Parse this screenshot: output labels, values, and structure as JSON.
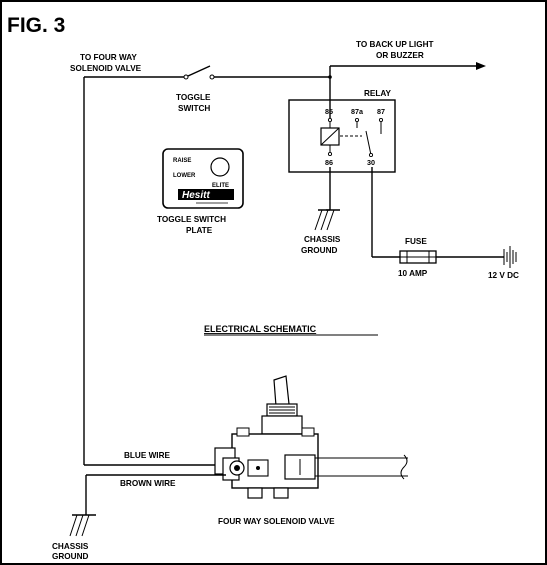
{
  "figure": {
    "number": "FIG. 3",
    "title": "ELECTRICAL SCHEMATIC"
  },
  "labels": {
    "four_way_valve_line1": "TO FOUR WAY",
    "four_way_valve_line2": "SOLENOID VALVE",
    "toggle_switch_line1": "TOGGLE",
    "toggle_switch_line2": "SWITCH",
    "backup_light_line1": "TO BACK UP LIGHT",
    "backup_light_line2": "OR BUZZER",
    "relay": "RELAY",
    "chassis_ground_line1": "CHASSIS",
    "chassis_ground_line2": "GROUND",
    "fuse": "FUSE",
    "fuse_rating": "10 AMP",
    "battery": "12 V DC",
    "plate_line1": "TOGGLE SWITCH",
    "plate_line2": "PLATE",
    "blue_wire": "BLUE WIRE",
    "brown_wire": "BROWN WIRE",
    "solenoid_valve": "FOUR WAY SOLENOID VALVE"
  },
  "relay_pins": {
    "p85": "85",
    "p87a": "87a",
    "p87": "87",
    "p86": "86",
    "p30": "30"
  },
  "plate": {
    "raise": "RAISE",
    "lower": "LOWER",
    "brand_small": "ELITE",
    "brand": "Hesitt"
  },
  "colors": {
    "ink": "#000000",
    "background": "#ffffff"
  }
}
